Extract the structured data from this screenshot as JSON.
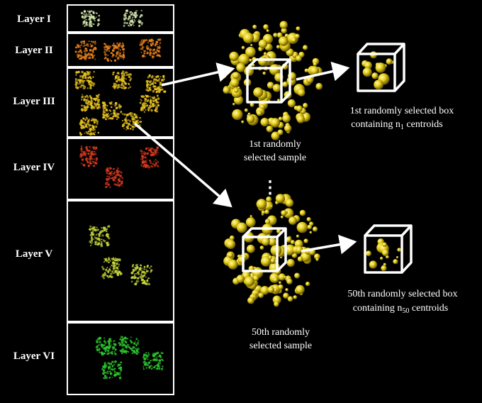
{
  "colors": {
    "background": "#000000",
    "frame": "#ffffff",
    "layer_I": "#d8ecb0",
    "layer_II": "#e8821e",
    "layer_III": "#e8c21e",
    "layer_IV": "#d83a1e",
    "layer_V": "#c8d83a",
    "layer_VI": "#2ec82e",
    "sample": "#e8d21e"
  },
  "layers": [
    {
      "label": "Layer I"
    },
    {
      "label": "Layer II"
    },
    {
      "label": "Layer III"
    },
    {
      "label": "Layer IV"
    },
    {
      "label": "Layer V"
    },
    {
      "label": "Layer VI"
    }
  ],
  "samples": [
    {
      "sample_line1": "1st randomly",
      "sample_line2": "selected sample",
      "box_line1": "1st randomly  selected box",
      "box_line2_pre": "containing  n",
      "box_line2_sub": "1",
      "box_line2_post": " centroids"
    },
    {
      "sample_line1": "50th randomly",
      "sample_line2": "selected sample",
      "box_line1": "50th randomly  selected box",
      "box_line2_pre": "containing  n",
      "box_line2_sub": "50",
      "box_line2_post": " centroids"
    }
  ],
  "ellipsis": "⋮"
}
